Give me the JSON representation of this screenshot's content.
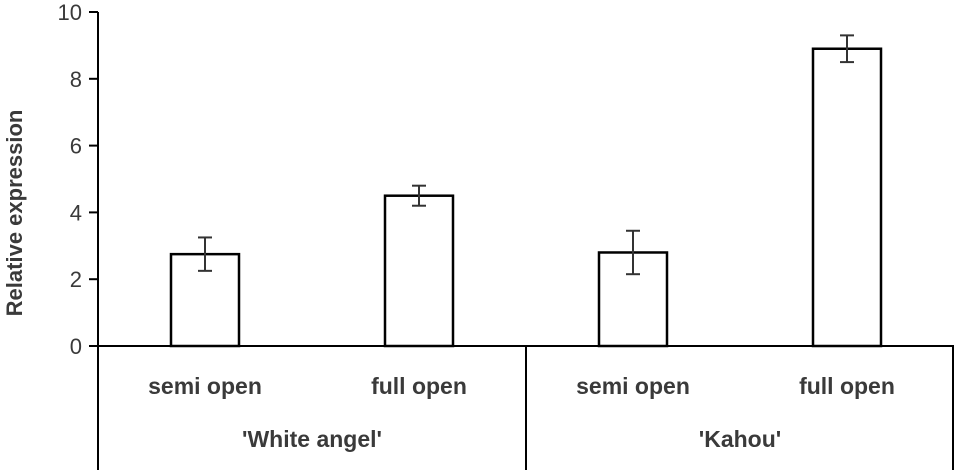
{
  "chart_data": {
    "type": "bar",
    "ylabel": "Relative expression",
    "ylim": [
      0,
      10
    ],
    "yticks": [
      0,
      2,
      4,
      6,
      8,
      10
    ],
    "groups": [
      {
        "name": "'White angel'",
        "categories": [
          "semi open",
          "full open"
        ]
      },
      {
        "name": "'Kahou'",
        "categories": [
          "semi open",
          "full open"
        ]
      }
    ],
    "categories": [
      "semi open",
      "full open",
      "semi open",
      "full open"
    ],
    "values": [
      2.75,
      4.5,
      2.8,
      8.9
    ],
    "errors": [
      0.5,
      0.3,
      0.65,
      0.4
    ],
    "bar_fill": "#ffffff",
    "bar_stroke": "#000000",
    "axis_color": "#000000"
  }
}
